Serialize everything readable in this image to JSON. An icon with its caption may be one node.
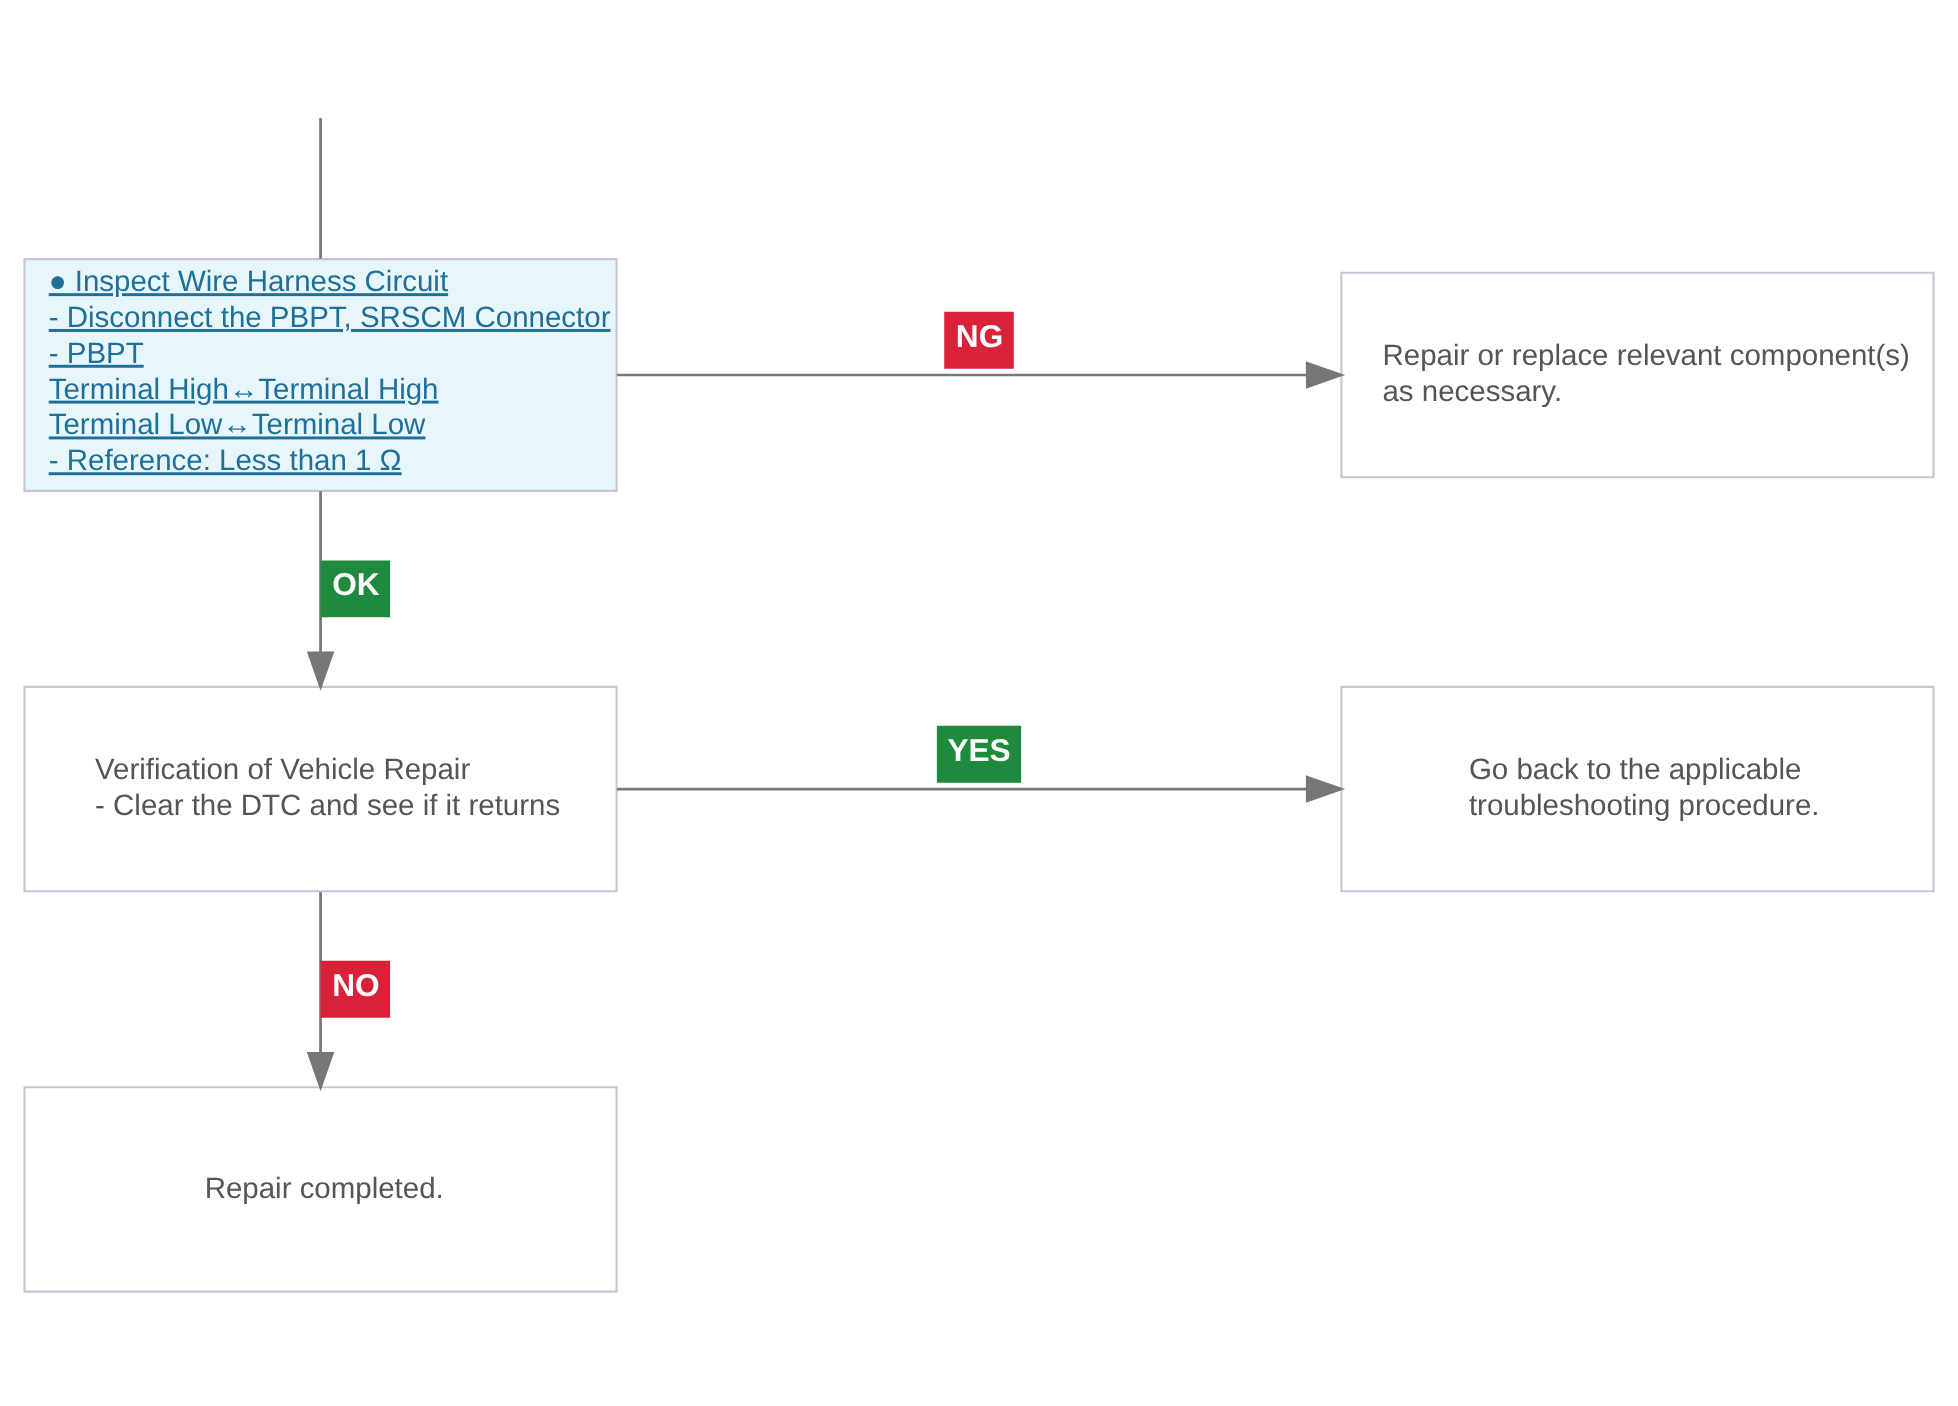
{
  "diagram": {
    "nodes": [
      {
        "text": [
          "● Inspect Wire Harness Circuit",
          "- Disconnect the PBPT, SRSCM Connector",
          "- PBPT",
          "Terminal High↔Terminal High",
          "Terminal Low↔Terminal Low",
          "- Reference: Less than 1 Ω"
        ]
      },
      {
        "text": [
          "Repair or replace relevant component(s) as necessary."
        ]
      },
      {
        "text": [
          "Verification of Vehicle Repair",
          "- Clear the DTC and see if it returns"
        ]
      },
      {
        "text": [
          "Go back to the applicable troubleshooting procedure."
        ]
      },
      {
        "text": [
          "Repair completed."
        ]
      }
    ],
    "edges": [
      {
        "from": null,
        "to": 0,
        "arrow": "none"
      },
      {
        "from": 0,
        "to": 1,
        "arrow": "to",
        "label": "NG"
      },
      {
        "from": 0,
        "to": 2,
        "arrow": "to",
        "label": "OK"
      },
      {
        "from": 2,
        "to": 3,
        "arrow": "to",
        "label": "YES"
      },
      {
        "from": 2,
        "to": 4,
        "arrow": "to",
        "label": "NO"
      }
    ]
  }
}
